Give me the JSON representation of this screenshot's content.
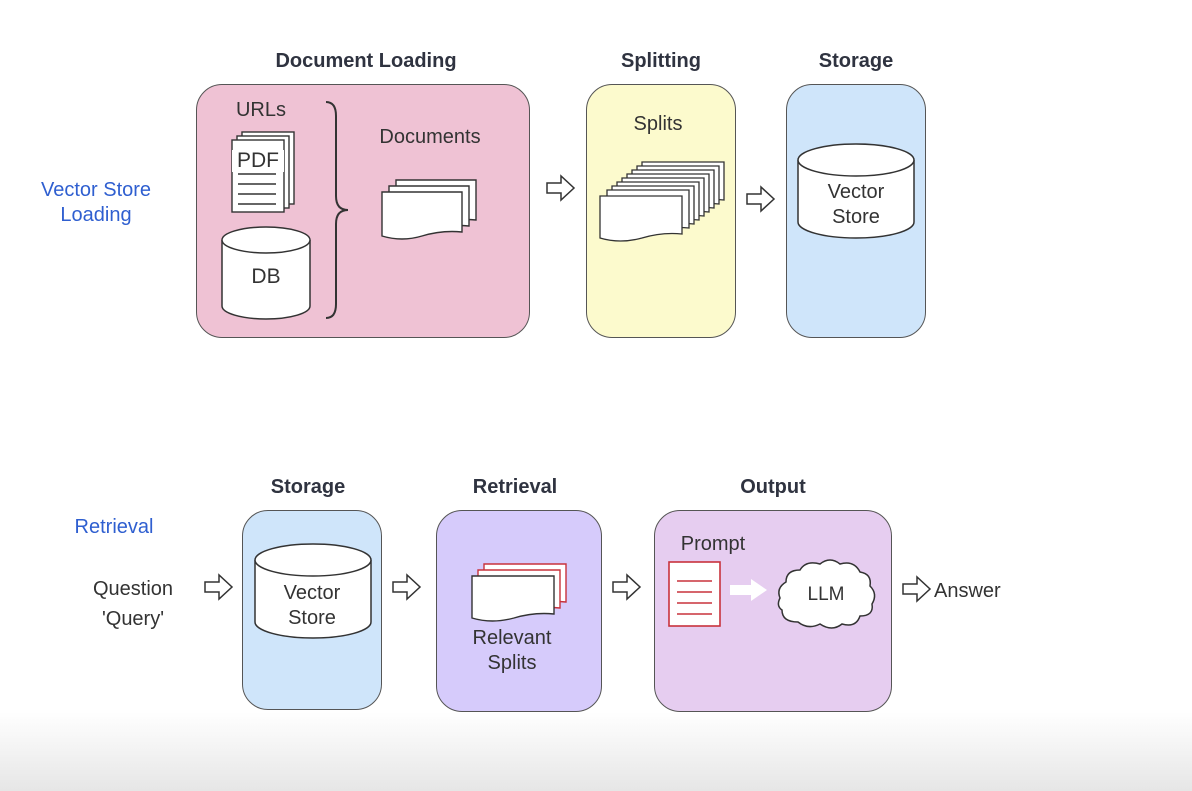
{
  "top_row": {
    "side_label": "Vector Store Loading",
    "document_loading": {
      "heading": "Document Loading",
      "urls_label": "URLs",
      "pdf_label": "PDF",
      "db_label": "DB",
      "documents_label": "Documents"
    },
    "splitting": {
      "heading": "Splitting",
      "splits_label": "Splits"
    },
    "storage": {
      "heading": "Storage",
      "vector_store_label": "Vector Store"
    }
  },
  "bottom_row": {
    "side_label": "Retrieval",
    "question_label": "Question 'Query'",
    "storage": {
      "heading": "Storage",
      "vector_store_label": "Vector Store"
    },
    "retrieval": {
      "heading": "Retrieval",
      "relevant_splits_label": "Relevant Splits"
    },
    "output": {
      "heading": "Output",
      "prompt_label": "Prompt",
      "llm_label": "LLM"
    },
    "answer_label": "Answer"
  },
  "colors": {
    "document_loading_bg": "#efc2d4",
    "splitting_bg": "#fcfacd",
    "storage_bg": "#cfe5fa",
    "retrieval_bg": "#d6cbfb",
    "output_bg": "#e6cdf0",
    "side_label": "#2f5fd0",
    "prompt_red": "#c8323c"
  }
}
